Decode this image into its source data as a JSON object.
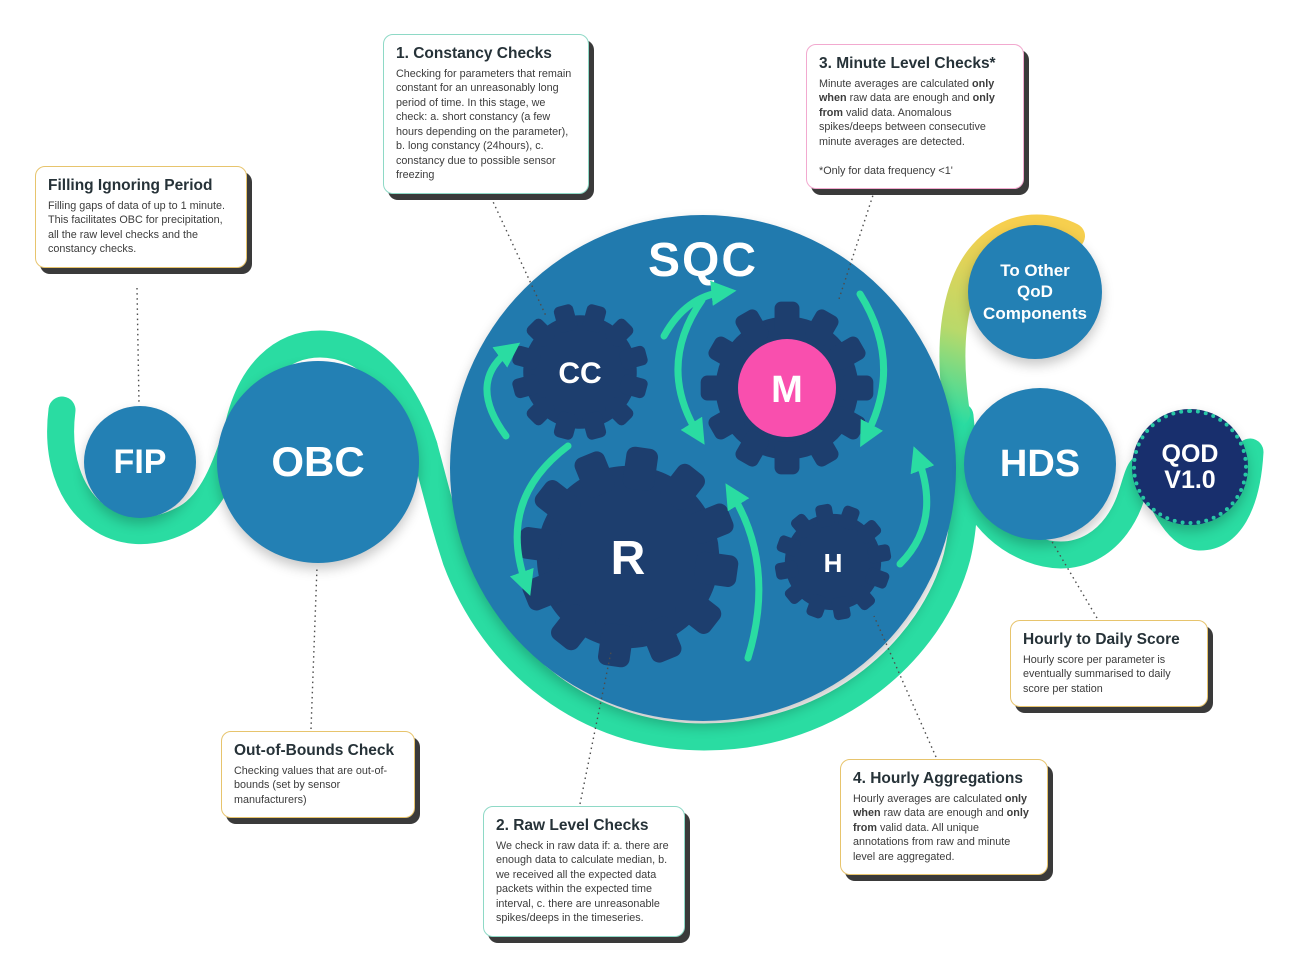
{
  "colors": {
    "circle_blue": "#2380b4",
    "sqc_blue": "#217aae",
    "gear_navy": "#1d3e6e",
    "ribbon_green": "#2adca2",
    "accent_pink": "#f94fae",
    "accent_yellow": "#f6cf4e",
    "qod_navy": "#182f6d"
  },
  "nodes": {
    "fip": {
      "label": "FIP"
    },
    "obc": {
      "label": "OBC"
    },
    "sqc": {
      "label": "SQC"
    },
    "hds": {
      "label": "HDS"
    },
    "qod": {
      "label": "QOD\nV1.0"
    },
    "to_other": {
      "label": "To Other QoD Components"
    }
  },
  "gears": {
    "cc": "CC",
    "m": "M",
    "r": "R",
    "h": "H"
  },
  "callouts": {
    "fip": {
      "title": "Filling Ignoring Period",
      "body": "Filling gaps of data of up to 1 minute. This facilitates OBC for precipitation, all the raw level checks and the constancy checks."
    },
    "constancy": {
      "title": "1. Constancy Checks",
      "body": "Checking for parameters that remain constant for an unreasonably long period of time. In this stage, we check: a. short constancy (a few hours depending on the parameter), b. long constancy (24hours), c. constancy due to possible sensor freezing"
    },
    "minute": {
      "title": "3. Minute Level Checks*",
      "body": "Minute averages are calculated **only when** raw data are enough and **only from** valid data. Anomalous spikes/deeps between consecutive minute averages are detected.\n\n*Only for data frequency <1'"
    },
    "oob": {
      "title": "Out-of-Bounds Check",
      "body": "Checking values that are out-of-bounds (set by  sensor manufacturers)"
    },
    "raw": {
      "title": "2. Raw Level Checks",
      "body": "We check in raw data if: a. there are enough data to calculate median, b. we received all the expected data packets within the expected time interval, c. there are unreasonable spikes/deeps in the timeseries."
    },
    "hourly": {
      "title": "4. Hourly Aggregations",
      "body": "Hourly averages are calculated **only when** raw data are enough and **only from** valid data. All unique annotations from raw and minute level are aggregated."
    },
    "daily": {
      "title": "Hourly to Daily Score",
      "body": "Hourly score per parameter is eventually summarised to daily score per station"
    }
  }
}
